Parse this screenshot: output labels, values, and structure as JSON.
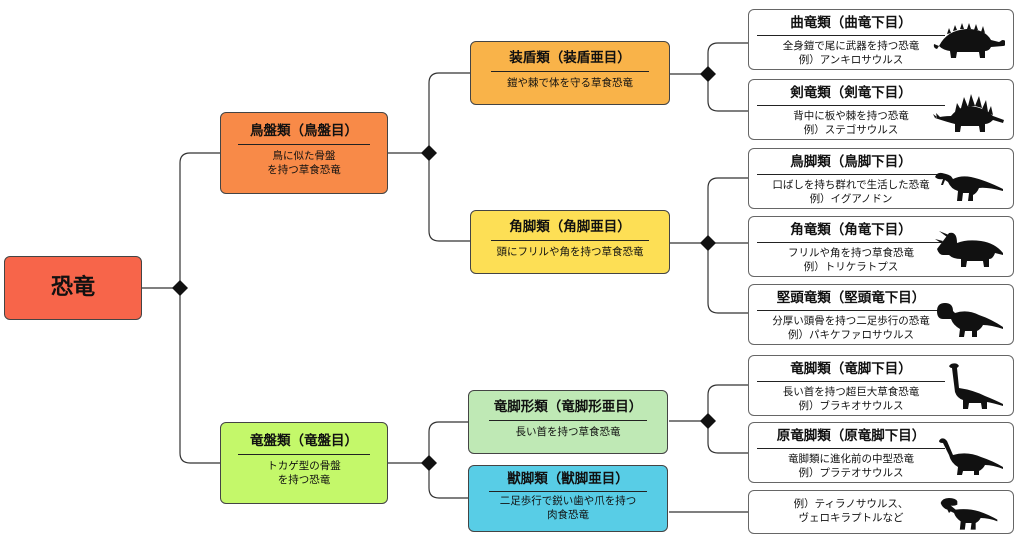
{
  "colors": {
    "root": "#f7654a",
    "ornithischia": "#f88a48",
    "saurischia": "#c4f86a",
    "thyreophora": "#f9b349",
    "marginocephalia": "#fddf55",
    "sauropodomorpha": "#bfe9b5",
    "theropoda": "#58cde6",
    "silhouette": "#111111",
    "line": "#333333"
  },
  "root": {
    "title": "恐竜"
  },
  "ornithischia": {
    "title": "鳥盤類（鳥盤目）",
    "desc": [
      "鳥に似た骨盤",
      "を持つ草食恐竜"
    ]
  },
  "saurischia": {
    "title": "竜盤類（竜盤目）",
    "desc": [
      "トカゲ型の骨盤",
      "を持つ恐竜"
    ]
  },
  "thyreophora": {
    "title": "装盾類（装盾亜目）",
    "desc": [
      "鎧や棘で体を守る草食恐竜"
    ]
  },
  "marginocephalia": {
    "title": "角脚類（角脚亜目）",
    "desc": [
      "頭にフリルや角を持つ草食恐竜"
    ]
  },
  "sauropodomorpha": {
    "title": "竜脚形類（竜脚形亜目）",
    "desc": [
      "長い首を持つ草食恐竜"
    ]
  },
  "theropoda": {
    "title": "獣脚類（獣脚亜目）",
    "desc": [
      "二足歩行で鋭い歯や爪を持つ",
      "肉食恐竜"
    ]
  },
  "leaves": [
    {
      "title": "曲竜類（曲竜下目）",
      "desc": [
        "全身鎧で尾に武器を持つ恐竜",
        "例）アンキロサウルス"
      ],
      "icon": "ankylosaurus-icon"
    },
    {
      "title": "剣竜類（剣竜下目）",
      "desc": [
        "背中に板や棘を持つ恐竜",
        "例）ステゴサウルス"
      ],
      "icon": "stegosaurus-icon"
    },
    {
      "title": "鳥脚類（鳥脚下目）",
      "desc": [
        "口ばしを持ち群れで生活した恐竜",
        "例）イグアノドン"
      ],
      "icon": "iguanodon-icon"
    },
    {
      "title": "角竜類（角竜下目）",
      "desc": [
        "フリルや角を持つ草食恐竜",
        "例）トリケラトプス"
      ],
      "icon": "triceratops-icon"
    },
    {
      "title": "堅頭竜類（堅頭竜下目）",
      "desc": [
        "分厚い頭骨を持つ二足歩行の恐竜",
        "例）パキケファロサウルス"
      ],
      "icon": "pachycephalosaurus-icon"
    },
    {
      "title": "竜脚類（竜脚下目）",
      "desc": [
        "長い首を持つ超巨大草食恐竜",
        "例）ブラキオサウルス"
      ],
      "icon": "brachiosaurus-icon"
    },
    {
      "title": "原竜脚類（原竜脚下目）",
      "desc": [
        "竜脚類に進化前の中型恐竜",
        "例）プラテオサウルス"
      ],
      "icon": "plateosaurus-icon"
    }
  ],
  "theropod_example": {
    "desc": [
      "例）ティラノサウルス、",
      "ヴェロキラプトルなど"
    ],
    "icon": "tyrannosaurus-icon"
  }
}
